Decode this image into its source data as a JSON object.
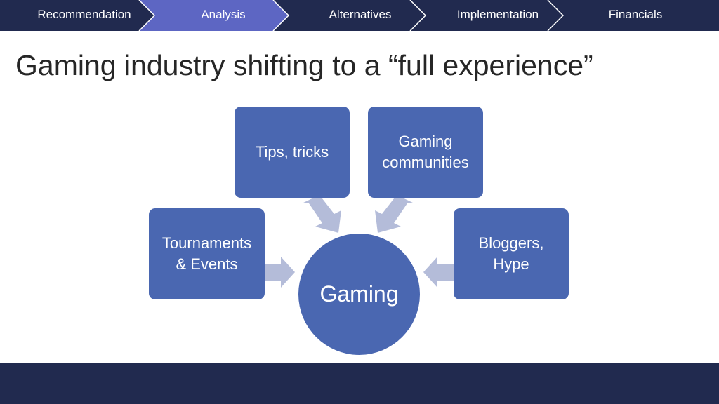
{
  "nav": {
    "items": [
      {
        "label": "Recommendation",
        "active": false
      },
      {
        "label": "Analysis",
        "active": true
      },
      {
        "label": "Alternatives",
        "active": false
      },
      {
        "label": "Implementation",
        "active": false
      },
      {
        "label": "Financials",
        "active": false
      }
    ]
  },
  "slide": {
    "title": "Gaming industry shifting to a “full experience”"
  },
  "diagram": {
    "hub": "Gaming",
    "nodes": {
      "tips": "Tips, tricks",
      "communities": "Gaming\ncommunities",
      "tournaments": "Tournaments\n& Events",
      "bloggers": "Bloggers,\nHype"
    }
  },
  "colors": {
    "nav_background": "#212a4f",
    "nav_active": "#5d66c3",
    "nav_border": "#ffffff",
    "node_fill": "#4a67b1",
    "arrow_fill": "#b4bcd9",
    "footer_background": "#212a4f"
  }
}
